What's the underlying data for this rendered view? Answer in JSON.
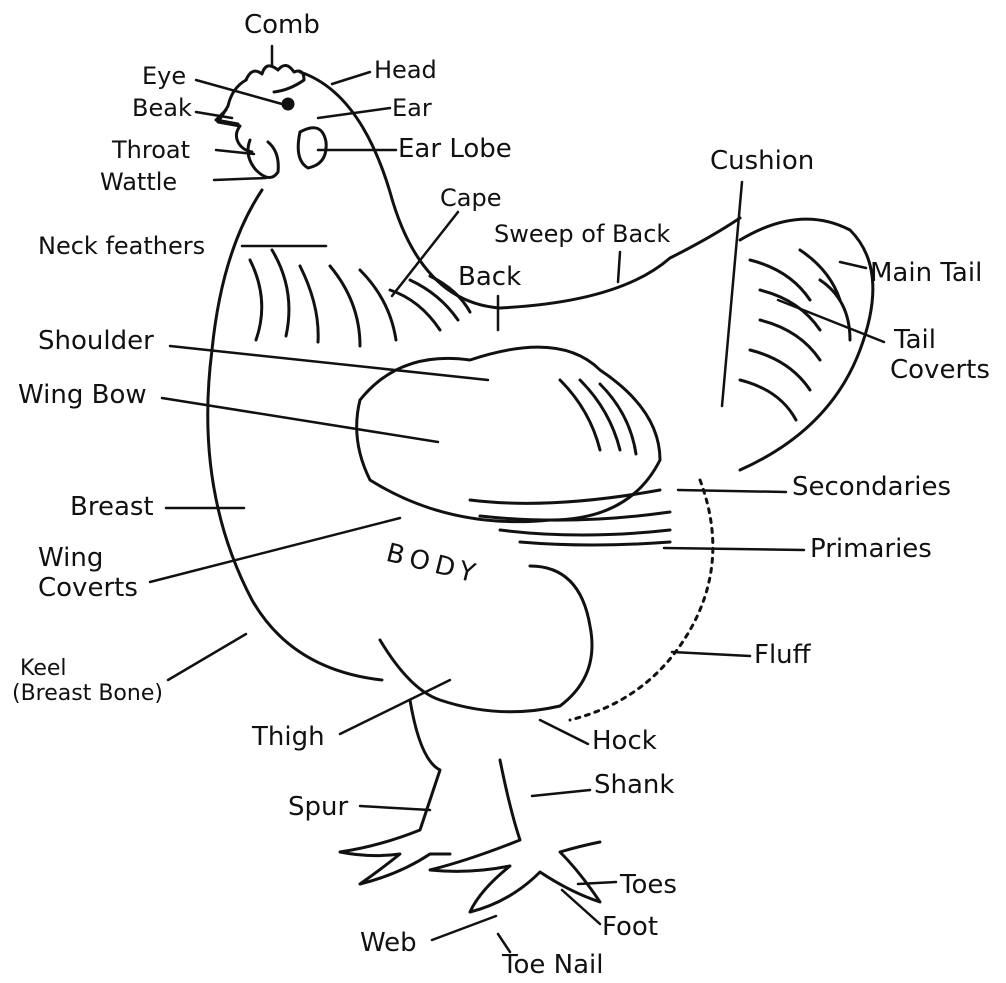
{
  "labels": {
    "comb": "Comb",
    "eye": "Eye",
    "beak": "Beak",
    "head": "Head",
    "ear": "Ear",
    "ear_lobe": "Ear Lobe",
    "throat": "Throat",
    "wattle": "Wattle",
    "neck_feathers": "Neck feathers",
    "cape": "Cape",
    "sweep_of_back": "Sweep of Back",
    "cushion": "Cushion",
    "back": "Back",
    "main_tail": "Main Tail",
    "tail_coverts_1": "Tail",
    "tail_coverts_2": "Coverts",
    "shoulder": "Shoulder",
    "wing_bow": "Wing Bow",
    "secondaries": "Secondaries",
    "breast": "Breast",
    "wing_coverts_1": "Wing",
    "wing_coverts_2": "Coverts",
    "primaries": "Primaries",
    "body": "BODY",
    "fluff": "Fluff",
    "keel_1": "Keel",
    "keel_2": "(Breast Bone)",
    "thigh": "Thigh",
    "hock": "Hock",
    "shank": "Shank",
    "spur": "Spur",
    "toes": "Toes",
    "foot": "Foot",
    "web": "Web",
    "toe_nail": "Toe Nail"
  },
  "colors": {
    "ink": "#111111",
    "paper": "#ffffff"
  }
}
